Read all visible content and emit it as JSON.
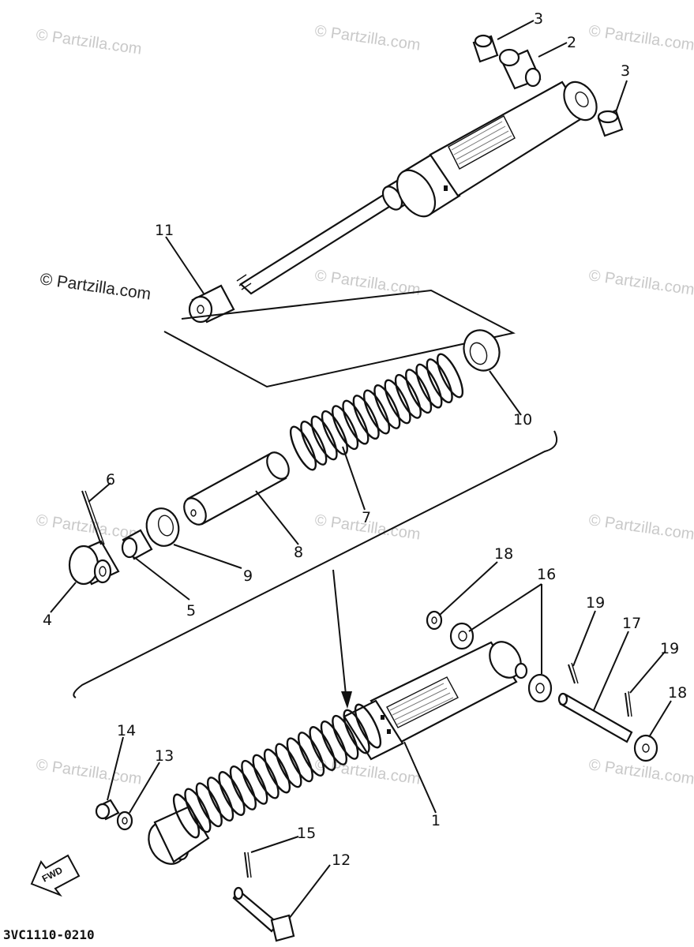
{
  "diagram": {
    "drawing_code": "3VC1110-0210",
    "fwd_label": "FWD",
    "watermark": "© Partzilla.com",
    "callouts": {
      "c1": "1",
      "c2": "2",
      "c3a": "3",
      "c3b": "3",
      "c4": "4",
      "c5": "5",
      "c6": "6",
      "c7": "7",
      "c8": "8",
      "c9": "9",
      "c10": "10",
      "c11": "11",
      "c12": "12",
      "c13": "13",
      "c14": "14",
      "c15": "15",
      "c16": "16",
      "c17": "17",
      "c18a": "18",
      "c18b": "18",
      "c19a": "19",
      "c19b": "19"
    }
  }
}
